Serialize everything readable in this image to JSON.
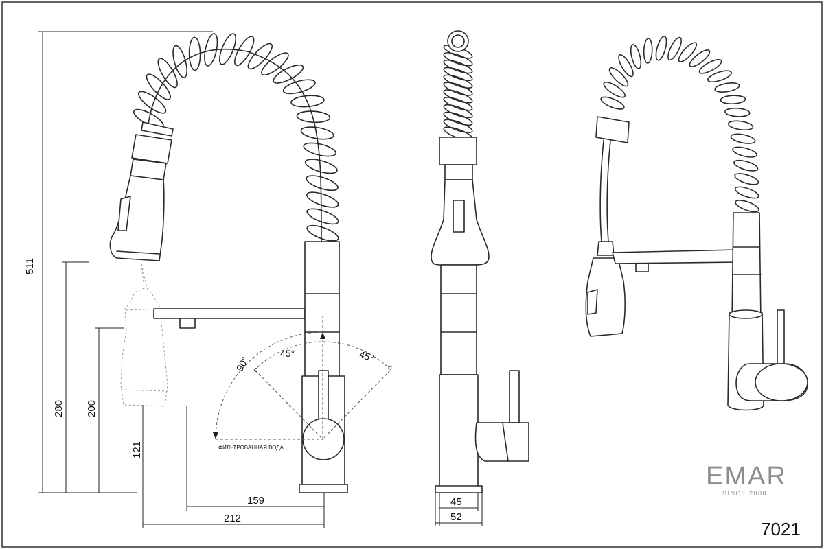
{
  "dimensions": {
    "height_total": "511",
    "height_spout": "280",
    "height_pullout": "200",
    "height_handle": "121",
    "reach_spout": "159",
    "reach_total": "212",
    "base_inner": "45",
    "base_outer": "52"
  },
  "angles": {
    "a90": "90°",
    "a45_left": "45°",
    "a45_right": "45°",
    "cold": "C",
    "hot": "H"
  },
  "filtered_water": "ФИЛЬТРОВАННАЯ ВОДА",
  "brand": {
    "logo": "EMAR",
    "slogan": "SINCE 2008",
    "color": "#8d8d8d"
  },
  "model": "7021"
}
